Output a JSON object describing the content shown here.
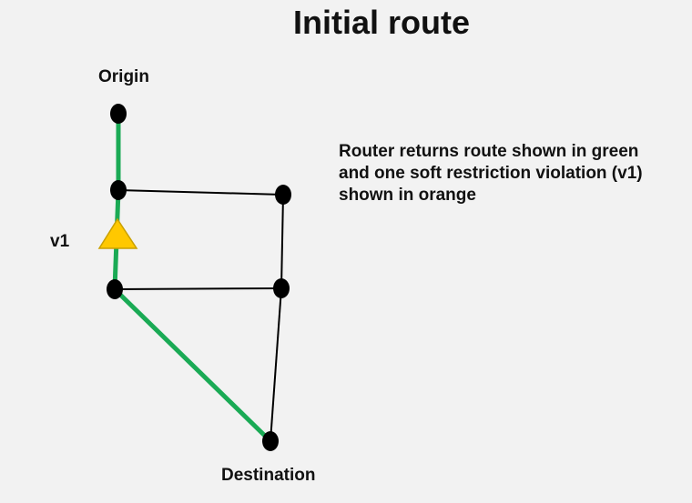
{
  "title": "Initial route",
  "labels": {
    "origin": "Origin",
    "destination": "Destination",
    "violation": "v1"
  },
  "caption": {
    "lines": [
      "Router returns route shown in green",
      "and one soft restriction violation (v1)",
      "shown in orange"
    ]
  },
  "colors": {
    "background": "#f2f2f2",
    "route": "#1aaa55",
    "edge": "#000000",
    "node": "#000000",
    "violation_fill": "#ffc800",
    "violation_stroke": "#c9a000"
  }
}
